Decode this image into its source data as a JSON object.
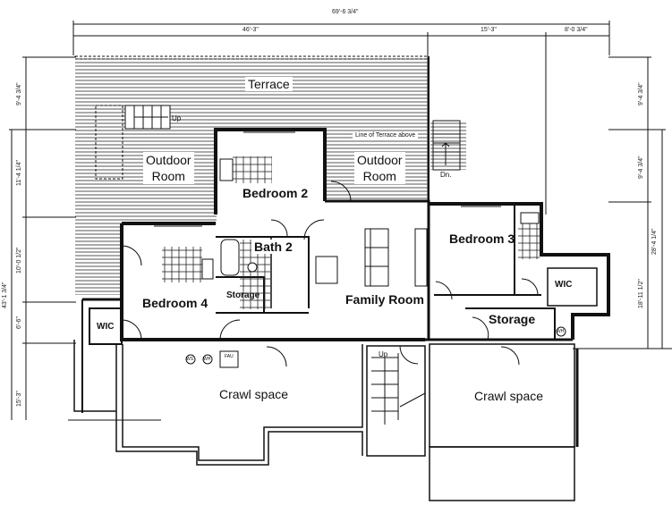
{
  "plan": {
    "dimensions": {
      "top_overall": "69'-6 3/4\"",
      "top_segments": [
        "46'-3\"",
        "15'-3\"",
        "8'-0 3/4\""
      ],
      "left_segments": [
        "9'-4 3/4\"",
        "11'-4 1/4\"",
        "10'-0 1/2\"",
        "6'-6\"",
        "15'-3\""
      ],
      "left_overall": "43'-1 3/4\"",
      "right_segments": [
        "9'-4 3/4\"",
        "9'-4 3/4\"",
        "18'-11 1/2\""
      ],
      "right_overall": "28'-4 1/4\""
    },
    "rooms": {
      "terrace": "Terrace",
      "outdoor_room_left": [
        "Outdoor",
        "Room"
      ],
      "outdoor_room_right": [
        "Outdoor",
        "Room"
      ],
      "bedroom2": "Bedroom 2",
      "bath2": "Bath 2",
      "bedroom3": "Bedroom 3",
      "bedroom4": "Bedroom 4",
      "family_room": "Family Room",
      "storage_left": "Storage",
      "storage_right": "Storage",
      "wic_left": "WIC",
      "wic_right": "WIC",
      "crawl_left": "Crawl space",
      "crawl_right": "Crawl space"
    },
    "annotations": {
      "terrace_stair_up": "Up",
      "line_of_terrace": "Line of Terrace above",
      "stair_dn": "Dn.",
      "stair_up": "Up",
      "ws": "WS",
      "wh": "WH",
      "furnace": "FAU",
      "wh_right": "WH"
    },
    "colors": {
      "line": "#111111",
      "hatch": "#555555",
      "background": "#ffffff"
    }
  }
}
